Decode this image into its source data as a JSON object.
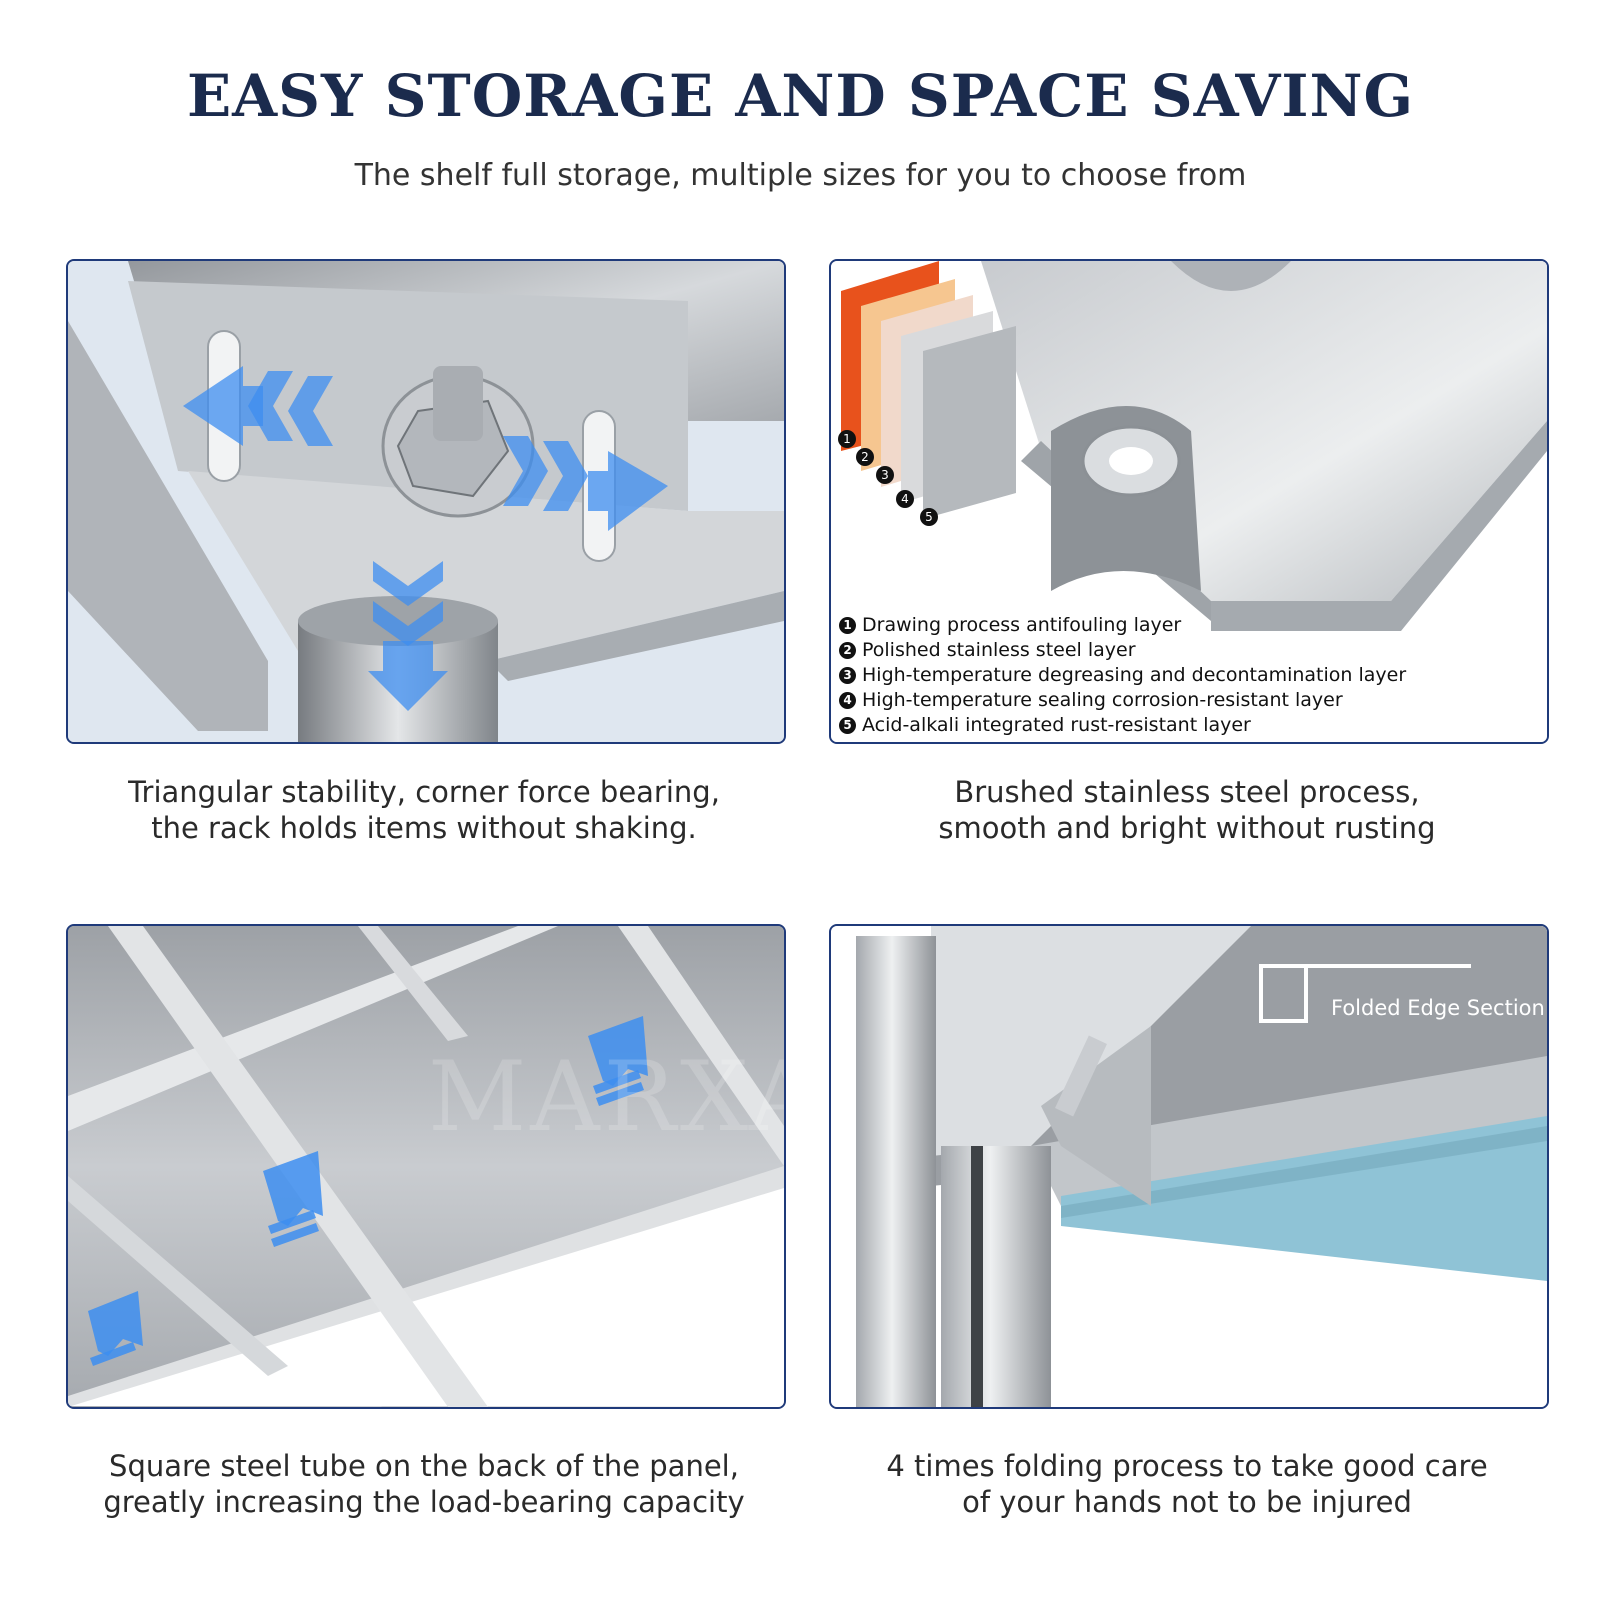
{
  "header": {
    "title": "EASY STORAGE AND SPACE SAVING",
    "subtitle": "The shelf full storage, multiple sizes for you to choose from"
  },
  "panels": [
    {
      "caption_line1": "Triangular stability, corner force bearing,",
      "caption_line2": "the rack holds items without shaking."
    },
    {
      "layers": [
        {
          "num": "1",
          "label": "Drawing process antifouling layer"
        },
        {
          "num": "2",
          "label": "Polished stainless steel layer"
        },
        {
          "num": "3",
          "label": "High-temperature degreasing and decontamination layer"
        },
        {
          "num": "4",
          "label": "High-temperature sealing corrosion-resistant layer"
        },
        {
          "num": "5",
          "label": "Acid-alkali integrated rust-resistant layer"
        }
      ],
      "caption_line1": "Brushed stainless steel process,",
      "caption_line2": "smooth and bright without rusting"
    },
    {
      "watermark": "MARXAN",
      "caption_line1": "Square steel tube on the back of the panel,",
      "caption_line2": "greatly increasing the load-bearing capacity"
    },
    {
      "fold_label": "Folded Edge Section",
      "caption_line1": "4 times folding process to take good care",
      "caption_line2": "of  your hands not to be injured"
    }
  ],
  "colors": {
    "title": "#1b2b4d",
    "panel_border": "#1f3a7a",
    "arrow_blue": "#3d8ef0",
    "steel": "#b9bdc2",
    "orange_layer": "#e8521c",
    "teal_edge": "#8fc3d6"
  }
}
